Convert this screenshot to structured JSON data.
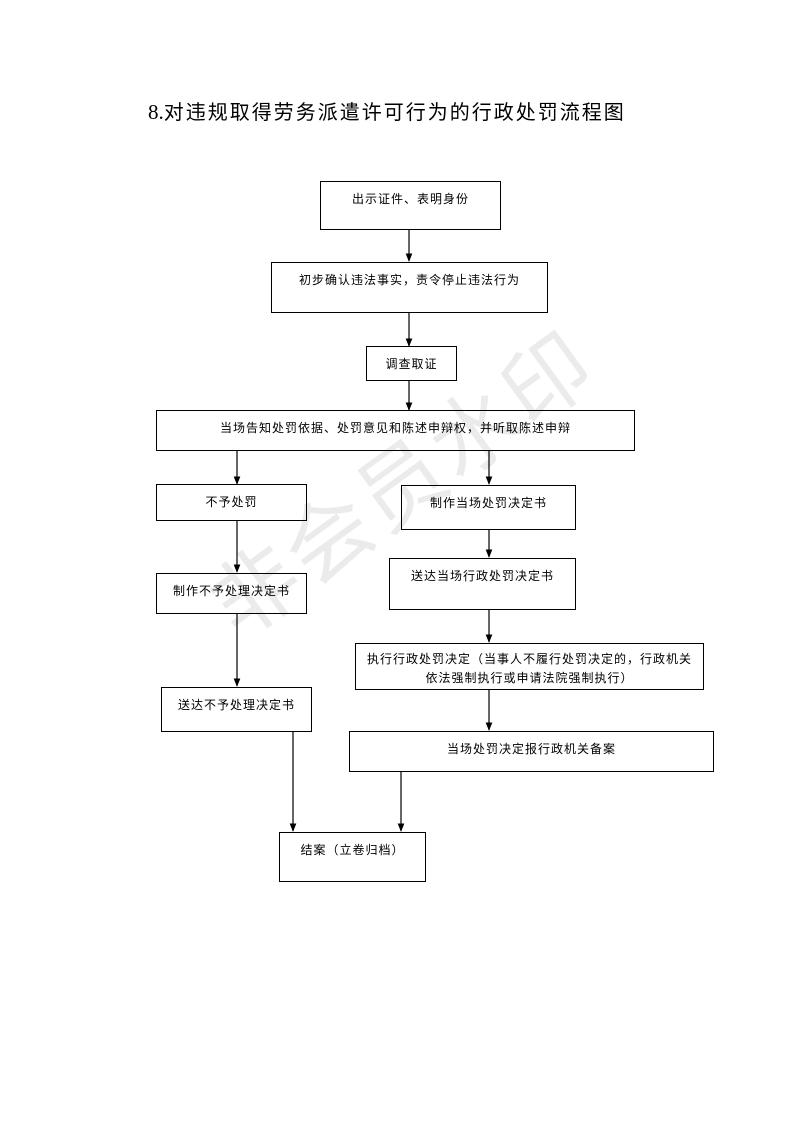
{
  "title": {
    "number": "8.",
    "text": "对违规取得劳务派遣许可行为的行政处罚流程图"
  },
  "nodes": {
    "show_id": "出示证件、表明身份",
    "initial_confirm": "初步确认违法事实，责令停止违法行为",
    "investigate": "调查取证",
    "notify_rights": "当场告知处罚依据、处罚意见和陈述申辩权，并听取陈述申辩",
    "no_penalty": "不予处罚",
    "make_penalty_decision": "制作当场处罚决定书",
    "make_no_penalty_doc": "制作不予处理决定书",
    "deliver_penalty_doc": "送达当场行政处罚决定书",
    "execute_penalty": "执行行政处罚决定（当事人不履行处罚决定的，行政机关依法强制执行或申请法院强制执行）",
    "deliver_no_penalty_doc": "送达不予处理决定书",
    "report_filing": "当场处罚决定报行政机关备案",
    "close_case": "结案（立卷归档）"
  },
  "watermark": "非会员水印"
}
